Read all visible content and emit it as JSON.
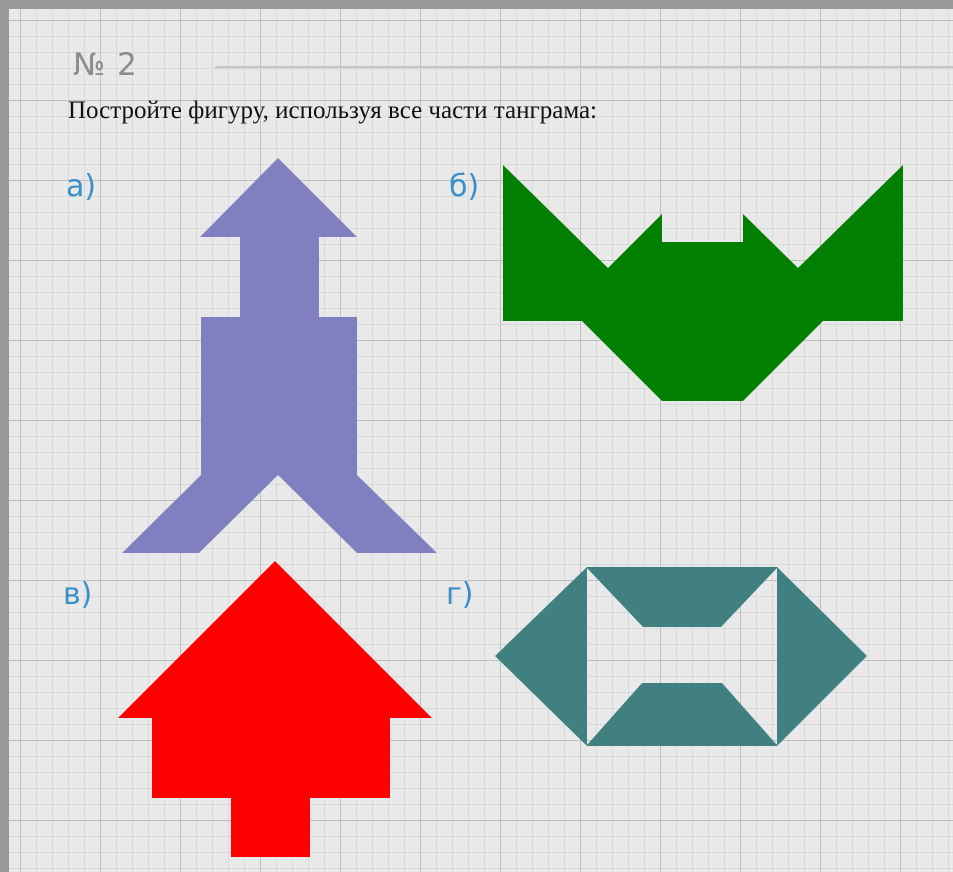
{
  "slide": {
    "task_number": "№ 2",
    "instruction": "Постройте фигуру, используя все части танграма:"
  },
  "figures": [
    {
      "label": "а)",
      "color": "#8080c0",
      "shape": "rocket"
    },
    {
      "label": "б)",
      "color": "#007f00",
      "shape": "bat"
    },
    {
      "label": "в)",
      "color": "#ff0000",
      "shape": "house"
    },
    {
      "label": "г)",
      "color": "#408080",
      "shape": "hexagon-with-cutout"
    }
  ],
  "colors": {
    "background": "#e9e9e9",
    "grid": "#aaaaaa",
    "border": "#9a9a9a",
    "label": "#3a8fc8",
    "task_number": "#8c8c8c"
  }
}
